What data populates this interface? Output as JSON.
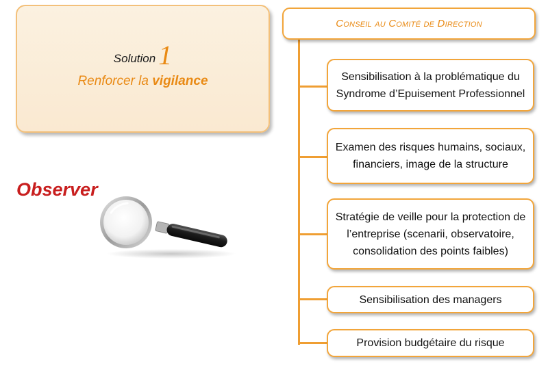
{
  "solution": {
    "label": "Solution",
    "number": "1",
    "title_prefix": "Renforcer la ",
    "title_emphasis": "vigilance"
  },
  "observer": {
    "label": "Observer",
    "icon": "magnifying-glass-icon"
  },
  "diagram": {
    "top": "Conseil au Comité de Direction",
    "items": [
      "Sensibilisation à la problématique du Syndrome d’Epuisement Professionnel",
      "Examen des risques humains, sociaux, financiers, image de la structure",
      "Stratégie de veille pour la protection de l’entreprise (scenarii, observatoire, consolidation des points faibles)",
      "Sensibilisation des managers",
      "Provision budgétaire du risque"
    ]
  },
  "colors": {
    "accent": "#ef9e32",
    "title_text": "#e98a14",
    "observer_text": "#c81e1e",
    "solution_bg": "#fbf1e0"
  }
}
